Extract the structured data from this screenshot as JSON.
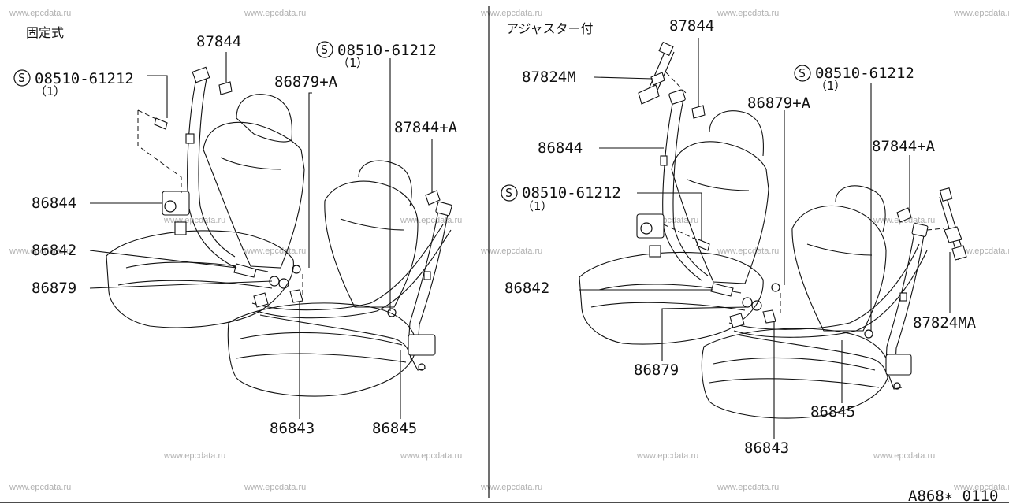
{
  "watermark": "www.epcdata.ru",
  "diagram_code": "A868∗ 0110",
  "left_panel": {
    "title": "固定式",
    "labels": {
      "p87844": "87844",
      "s_bolt": "08510-61212",
      "s_bolt_qty": "（1）",
      "p86879a": "86879+A",
      "s_bolt_r": "08510-61212",
      "s_bolt_r_qty": "（1）",
      "p87844a": "87844+A",
      "p86844": "86844",
      "p86842": "86842",
      "p86879": "86879",
      "p86843": "86843",
      "p86845": "86845"
    }
  },
  "right_panel": {
    "title": "アジャスター付",
    "labels": {
      "p87844": "87844",
      "p87824m": "87824M",
      "s_bolt_r": "08510-61212",
      "s_bolt_r_qty": "（1）",
      "p86879a": "86879+A",
      "p86844": "86844",
      "p87844a": "87844+A",
      "s_bolt": "08510-61212",
      "s_bolt_qty": "（1）",
      "p86842": "86842",
      "p87824ma": "87824MA",
      "p86879": "86879",
      "p86845": "86845",
      "p86843": "86843"
    }
  },
  "s_mark": "S"
}
